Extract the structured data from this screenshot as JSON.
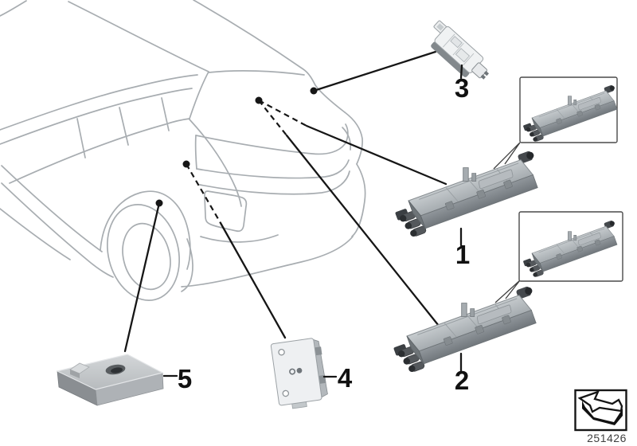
{
  "diagram": {
    "type": "vehicle-parts-diagram",
    "callouts": [
      {
        "number": "1"
      },
      {
        "number": "2"
      },
      {
        "number": "3"
      },
      {
        "number": "4"
      },
      {
        "number": "5"
      }
    ],
    "footer": {
      "image_number": "251426",
      "icon": "direction-arrow-icon"
    },
    "colors": {
      "background": "#ffffff",
      "car_line": "#a8adb1",
      "callout_line": "#161616",
      "part_top_gray": "#c6cbce",
      "part_front_gray": "#90969b"
    }
  }
}
